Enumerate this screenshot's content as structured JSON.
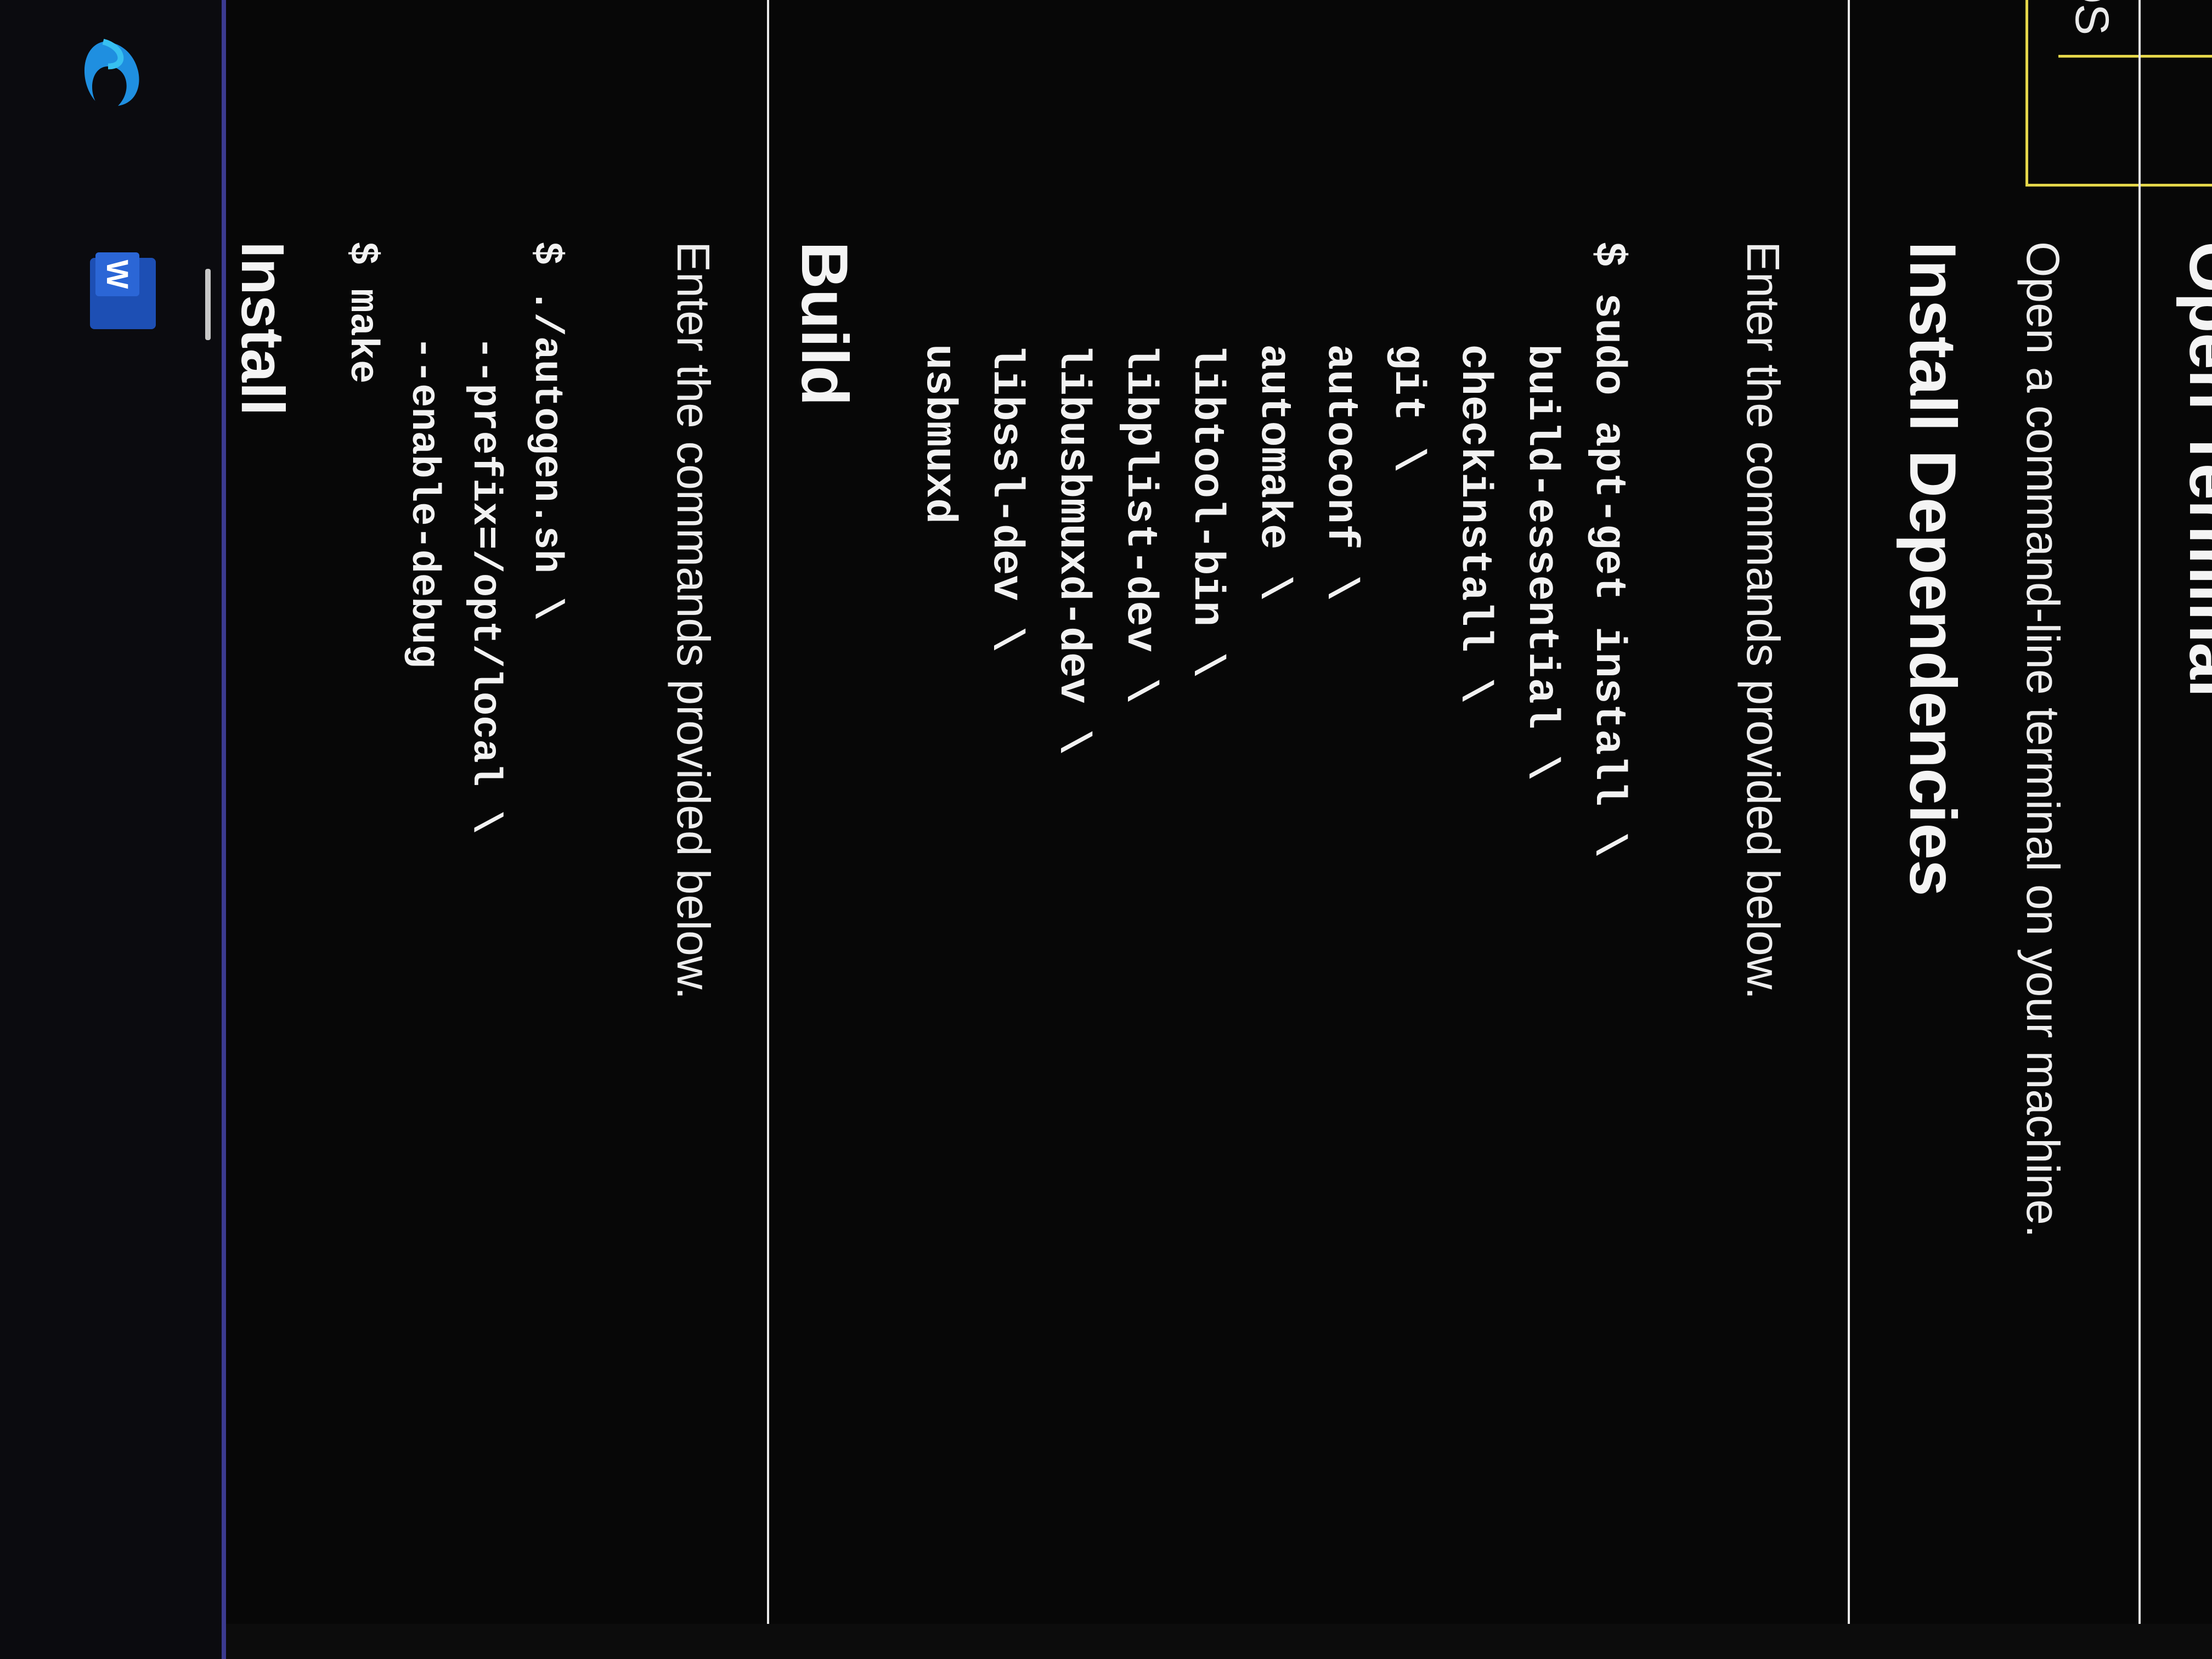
{
  "platform_tab": {
    "label": "OS"
  },
  "sections": {
    "open_terminal": {
      "heading": "Open Terminal",
      "body": "Open a command-line terminal on your machine."
    },
    "install_dependencies": {
      "heading": "Install Dependencies",
      "body": "Enter the commands provided below.",
      "code_lines": [
        "$ sudo apt-get install \\",
        "    build-essential \\",
        "    checkinstall \\",
        "    git \\",
        "    autoconf \\",
        "    automake \\",
        "    libtool-bin \\",
        "    libplist-dev \\",
        "    libusbmuxd-dev \\",
        "    libssl-dev \\",
        "    usbmuxd"
      ]
    },
    "build": {
      "heading": "Build",
      "body": "Enter the commands provided below.",
      "code_lines": [
        "$ ./autogen.sh \\",
        "    --prefix=/opt/local \\",
        "    --enable-debug",
        "$ make"
      ]
    },
    "install": {
      "heading": "Install"
    }
  },
  "taskbar": {
    "icons": [
      {
        "name": "edge-icon"
      },
      {
        "name": "word-icon",
        "badge": "W",
        "active": true
      }
    ]
  },
  "colors": {
    "background": "#070707",
    "text": "#f2f2f2",
    "tab_border": "#e4d64a",
    "taskbar_border": "#3b3a8f",
    "word_blue": "#2b66d6",
    "edge_blue": "#1f8fe0"
  }
}
